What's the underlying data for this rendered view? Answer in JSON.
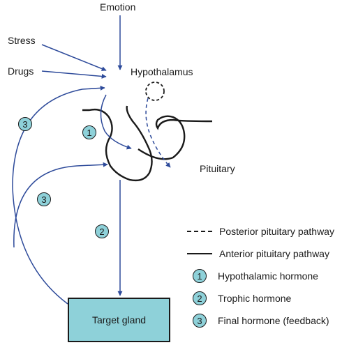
{
  "colors": {
    "arrow": "#2d4a9a",
    "badge_fill": "#8ed1d9",
    "box_fill": "#8ed1d9",
    "outline": "#1a1a1a"
  },
  "labels": {
    "emotion": "Emotion",
    "stress": "Stress",
    "drugs": "Drugs",
    "hypothalamus": "Hypothalamus",
    "pituitary": "Pituitary",
    "target_gland": "Target gland"
  },
  "badges": {
    "one": "1",
    "two": "2",
    "three": "3"
  },
  "legend": {
    "posterior": "Posterior pituitary pathway",
    "anterior": "Anterior pituitary pathway",
    "hormone1": "Hypothalamic hormone",
    "hormone2": "Trophic hormone",
    "hormone3": "Final hormone (feedback)"
  }
}
